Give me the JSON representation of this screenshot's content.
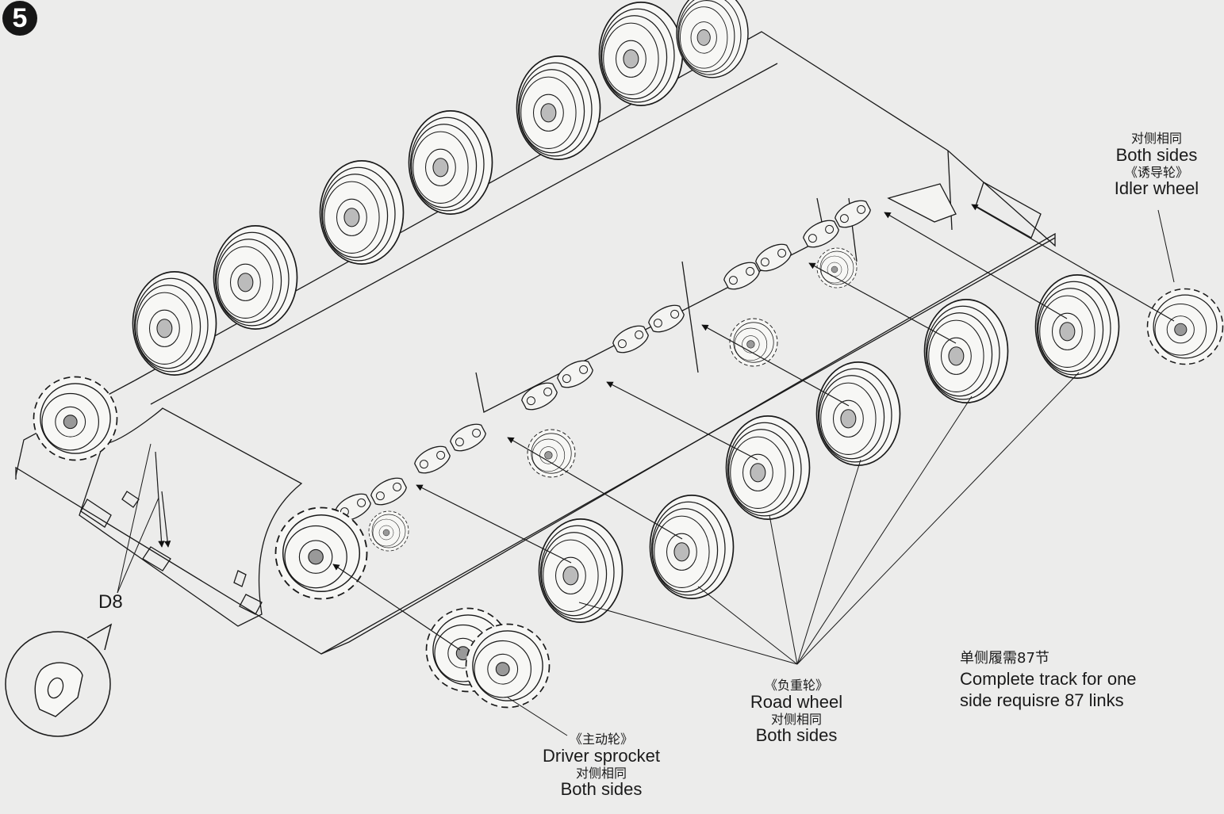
{
  "step": {
    "number": "5"
  },
  "part_callout": {
    "label": "D8"
  },
  "idler": {
    "cn_same": "对侧相同",
    "en_same": "Both sides",
    "cn_name": "《诱导轮》",
    "en_name": "Idler wheel"
  },
  "road_wheel": {
    "cn_name": "《负重轮》",
    "en_name": "Road wheel",
    "cn_same": "对侧相同",
    "en_same": "Both sides"
  },
  "driver_sprocket": {
    "cn_name": "《主动轮》",
    "en_name": "Driver sprocket",
    "cn_same": "对侧相同",
    "en_same": "Both sides"
  },
  "track_note": {
    "cn": "单侧履需87节",
    "en_line1": "Complete track for one",
    "en_line2": "side requisre 87 links"
  },
  "colors": {
    "ink": "#1a1a1a",
    "paper": "#ececeb",
    "wheel_fill": "#f7f7f5"
  }
}
